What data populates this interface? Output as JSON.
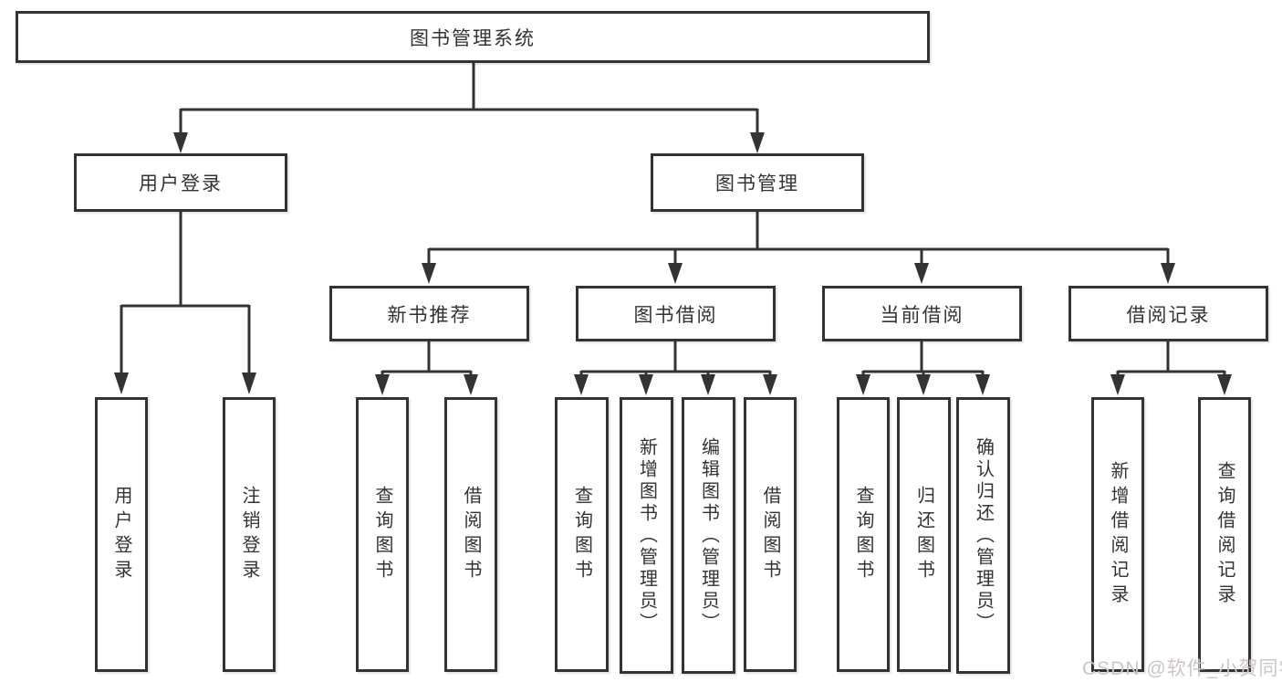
{
  "diagram": {
    "title": "图书管理系统",
    "level2": {
      "user_login": "用户登录",
      "book_management": "图书管理"
    },
    "level3": {
      "new_book_recommend": "新书推荐",
      "book_borrowing": "图书借阅",
      "current_borrowing": "当前借阅",
      "borrowing_records": "借阅记录"
    },
    "leaves": {
      "user_login": "用户登录",
      "logout": "注销登录",
      "recommend_query_books": "查询图书",
      "recommend_borrow_books": "借阅图书",
      "borrowing_query_books": "查询图书",
      "borrowing_add_books_admin": "新增图书（管理员）",
      "borrowing_edit_books_admin": "编辑图书（管理员）",
      "borrowing_borrow_books": "借阅图书",
      "current_query_books": "查询图书",
      "current_return_books": "归还图书",
      "current_confirm_return_admin": "确认归还（管理员）",
      "records_add_record": "新增借阅记录",
      "records_query_record": "查询借阅记录"
    }
  },
  "watermark": {
    "text": "CSDN @软件_小贺同学"
  },
  "colors": {
    "line": "#333333",
    "text": "#333333",
    "box_background": "#ffffff",
    "page_background": "#ffffff",
    "watermark": "#ccc5c5"
  }
}
